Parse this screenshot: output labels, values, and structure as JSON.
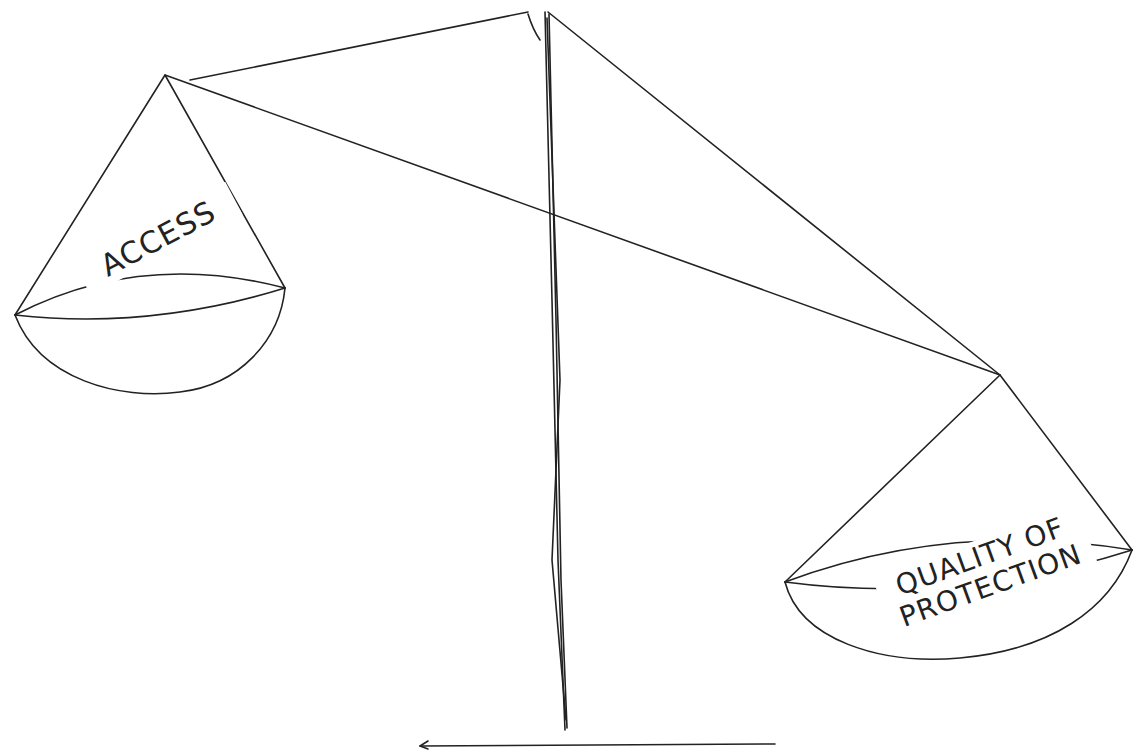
{
  "diagram": {
    "nodes": [
      {
        "text": [
          "ACCESS"
        ]
      },
      {
        "text": [
          "QUALITY OF PROTECTION"
        ]
      }
    ],
    "edges": [
      {
        "from": 0,
        "to": 1,
        "arrow": "none"
      }
    ]
  }
}
